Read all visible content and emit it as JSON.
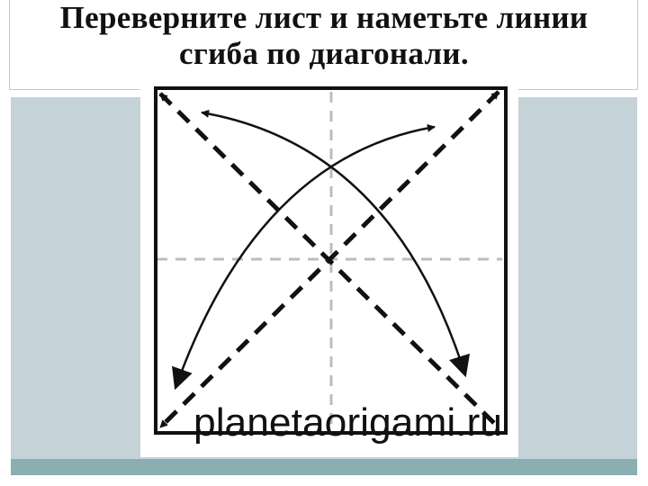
{
  "slide": {
    "title_lines": [
      "Переверните лист и наметьте линии",
      "сгиба по диагонали."
    ]
  },
  "figure": {
    "watermark": "planetaorigami.ru",
    "colors": {
      "panel": "#c5d2d7",
      "panel_bottom": "#8aaeb2",
      "lines": "#111111",
      "guides": "#bcbcbc"
    }
  }
}
